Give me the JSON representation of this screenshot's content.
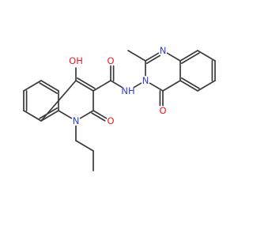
{
  "colors": {
    "bond": "#3a3a3a",
    "O": "#e8191c",
    "N": "#2e3fd6",
    "background": "#ffffff"
  },
  "molecule": {
    "atoms": [
      {
        "id": "C1",
        "el": "C"
      },
      {
        "id": "C2",
        "el": "C"
      },
      {
        "id": "C3",
        "el": "C"
      },
      {
        "id": "C4",
        "el": "C"
      },
      {
        "id": "C5",
        "el": "C"
      },
      {
        "id": "C6",
        "el": "C"
      },
      {
        "id": "C7",
        "el": "C"
      },
      {
        "id": "C8",
        "el": "C"
      },
      {
        "id": "C9",
        "el": "C"
      },
      {
        "id": "N10",
        "el": "N",
        "label": "N"
      },
      {
        "id": "C11",
        "el": "C"
      },
      {
        "id": "O12",
        "el": "O",
        "label": "O"
      },
      {
        "id": "C13",
        "el": "C"
      },
      {
        "id": "C14",
        "el": "C"
      },
      {
        "id": "C15",
        "el": "C"
      },
      {
        "id": "O16",
        "el": "O",
        "label": "OH"
      },
      {
        "id": "C17",
        "el": "C"
      },
      {
        "id": "O18",
        "el": "O",
        "label": "O"
      },
      {
        "id": "N19",
        "el": "N",
        "label": "NH"
      },
      {
        "id": "N20",
        "el": "N",
        "label": "N"
      },
      {
        "id": "C21",
        "el": "C"
      },
      {
        "id": "C22",
        "el": "C"
      },
      {
        "id": "N23",
        "el": "N",
        "label": "N"
      },
      {
        "id": "C24",
        "el": "C"
      },
      {
        "id": "C25",
        "el": "C"
      },
      {
        "id": "C26",
        "el": "C"
      },
      {
        "id": "C27",
        "el": "C"
      },
      {
        "id": "C28",
        "el": "C"
      },
      {
        "id": "C29",
        "el": "C"
      },
      {
        "id": "C30",
        "el": "C"
      },
      {
        "id": "O31",
        "el": "O",
        "label": "O"
      }
    ],
    "bonds": [
      {
        "a": "C1",
        "b": "C2",
        "order": 2
      },
      {
        "a": "C2",
        "b": "C3",
        "order": 1
      },
      {
        "a": "C3",
        "b": "C4",
        "order": 2
      },
      {
        "a": "C4",
        "b": "C5",
        "order": 1
      },
      {
        "a": "C5",
        "b": "C6",
        "order": 2
      },
      {
        "a": "C6",
        "b": "C1",
        "order": 1
      },
      {
        "a": "C5",
        "b": "N10",
        "order": 1
      },
      {
        "a": "N10",
        "b": "C7",
        "order": 1
      },
      {
        "a": "C7",
        "b": "C8",
        "order": 1
      },
      {
        "a": "C8",
        "b": "C9",
        "order": 1
      },
      {
        "a": "N10",
        "b": "C11",
        "order": 1
      },
      {
        "a": "C11",
        "b": "O12",
        "order": 2
      },
      {
        "a": "C11",
        "b": "C13",
        "order": 1
      },
      {
        "a": "C13",
        "b": "C14",
        "order": 2
      },
      {
        "a": "C14",
        "b": "C6",
        "order": 1
      },
      {
        "a": "C14",
        "b": "O16",
        "order": 1
      },
      {
        "a": "C13",
        "b": "C17",
        "order": 1
      },
      {
        "a": "C17",
        "b": "O18",
        "order": 2
      },
      {
        "a": "C17",
        "b": "N19",
        "order": 1
      },
      {
        "a": "N19",
        "b": "N20",
        "order": 1
      },
      {
        "a": "N20",
        "b": "C21",
        "order": 1
      },
      {
        "a": "C21",
        "b": "C22",
        "order": 1
      },
      {
        "a": "C21",
        "b": "N23",
        "order": 2
      },
      {
        "a": "N23",
        "b": "C24",
        "order": 1
      },
      {
        "a": "C24",
        "b": "C25",
        "order": 2
      },
      {
        "a": "C25",
        "b": "C26",
        "order": 1
      },
      {
        "a": "C26",
        "b": "C27",
        "order": 2
      },
      {
        "a": "C27",
        "b": "C28",
        "order": 1
      },
      {
        "a": "C28",
        "b": "C29",
        "order": 2
      },
      {
        "a": "C29",
        "b": "C24",
        "order": 1
      },
      {
        "a": "C29",
        "b": "C30",
        "order": 1
      },
      {
        "a": "C30",
        "b": "N20",
        "order": 1
      },
      {
        "a": "C30",
        "b": "O31",
        "order": 2
      }
    ]
  }
}
